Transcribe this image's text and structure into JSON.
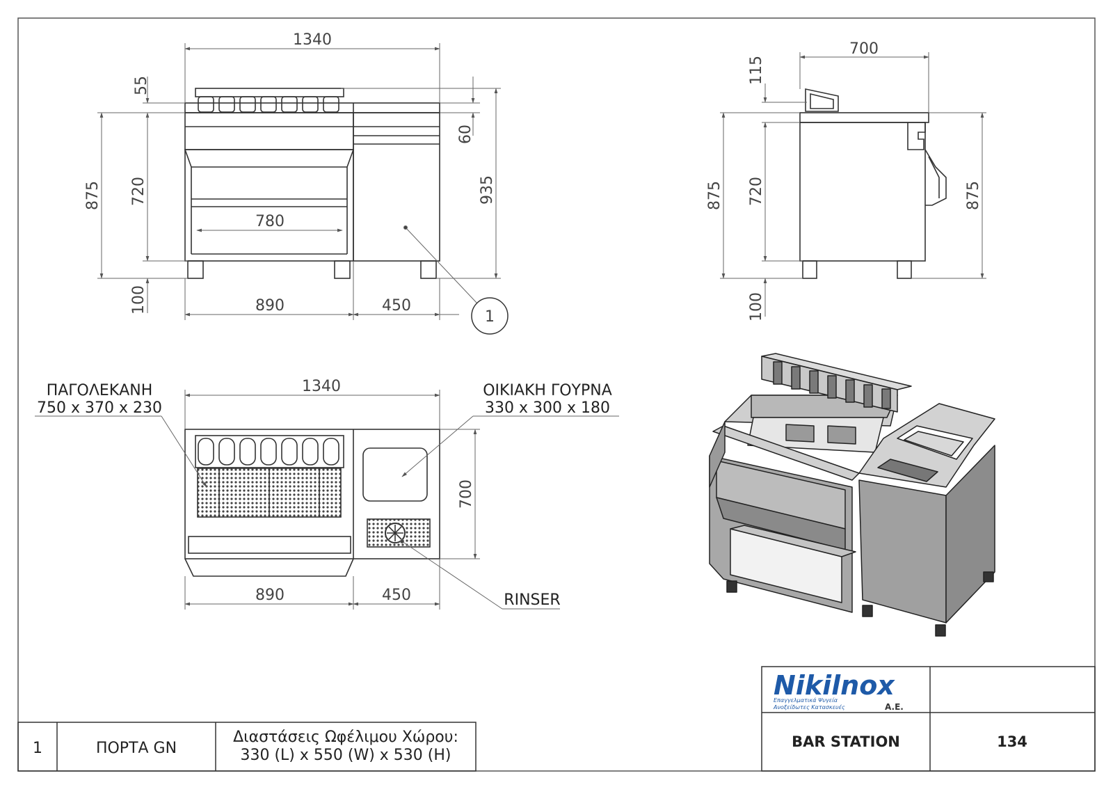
{
  "front_view": {
    "width_total": "1340",
    "top_55": "55",
    "top_60": "60",
    "h_875": "875",
    "h_720": "720",
    "h_935": "935",
    "w_780": "780",
    "feet_100": "100",
    "w_890": "890",
    "w_450": "450",
    "callout_1": "1"
  },
  "side_view": {
    "depth_700": "700",
    "top_115": "115",
    "h_875_left": "875",
    "h_720": "720",
    "h_875_right": "875",
    "feet_100": "100"
  },
  "top_view": {
    "width_total": "1340",
    "ice_label": "ΠΑΓΟΛΕΚΑΝΗ",
    "ice_dims": "750 x 370 x 230",
    "sink_label": "ΟΙΚΙΑΚΗ ΓΟΥΡΝΑ",
    "sink_dims": "330 x 300 x 180",
    "depth_700": "700",
    "w_890": "890",
    "w_450": "450",
    "rinser_label": "RINSER"
  },
  "legend": {
    "num": "1",
    "item": "ΠΟΡΤΑ GN",
    "desc_line1": "Διαστάσεις Ωφέλιμου Χώρου:",
    "desc_line2": "330 (L) x 550 (W) x 530 (H)"
  },
  "title_block": {
    "logo_text": "Nikilnox",
    "logo_suffix": "A.E.",
    "logo_tagline1": "Επαγγελματικά Ψυγεία",
    "logo_tagline2": "Ανοξείδωτες Κατασκευές",
    "product_name": "BAR STATION",
    "product_code": "134"
  },
  "colors": {
    "line": "#333333",
    "dim_line": "#666666",
    "logo_blue": "#1e5aa8",
    "iso_top": "#d6d6d6",
    "iso_front": "#bdbdbd",
    "iso_side": "#9a9a9a"
  }
}
